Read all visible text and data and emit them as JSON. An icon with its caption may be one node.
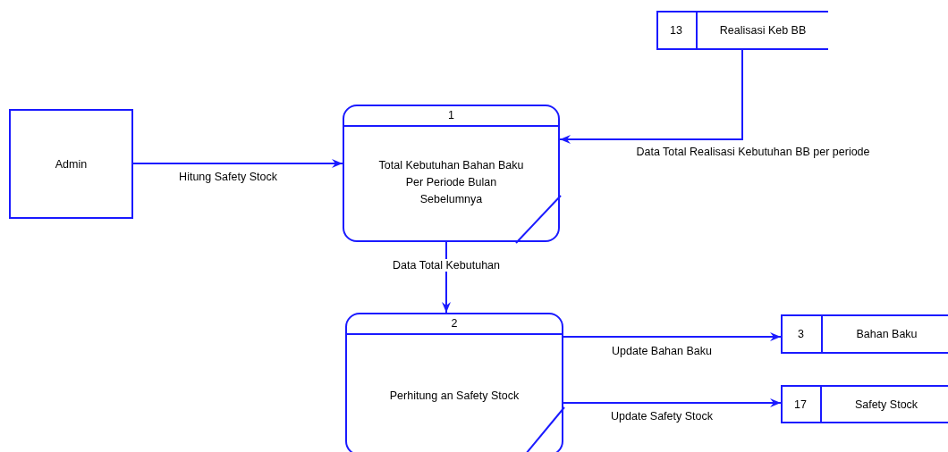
{
  "diagram": {
    "nodes": [
      {
        "text": [
          "13",
          "Realisasi Keb BB"
        ]
      },
      {
        "text": [
          "Admin"
        ]
      },
      {
        "text": [
          "1",
          "Total Kebutuhan Bahan Baku Per Periode Bulan Sebelumnya"
        ]
      },
      {
        "text": [
          "2",
          "Perhitung an Safety Stock"
        ]
      },
      {
        "text": [
          "3",
          "Bahan Baku"
        ]
      },
      {
        "text": [
          "17",
          "Safety Stock"
        ]
      }
    ],
    "edges": [
      {
        "from": 1,
        "to": 2,
        "arrow": "to",
        "label": "Hitung Safety Stock"
      },
      {
        "from": 0,
        "to": 2,
        "arrow": "to",
        "label": "Data Total Realisasi Kebutuhan BB per periode"
      },
      {
        "from": 2,
        "to": 3,
        "arrow": "to",
        "label": "Data Total Kebutuhan"
      },
      {
        "from": 3,
        "to": 4,
        "arrow": "to",
        "label": "Update Bahan Baku"
      },
      {
        "from": 3,
        "to": 5,
        "arrow": "to",
        "label": "Update Safety Stock"
      }
    ]
  }
}
